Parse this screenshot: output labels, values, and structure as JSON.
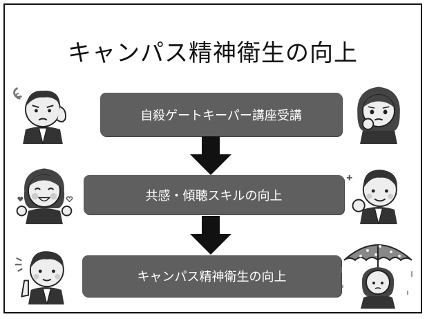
{
  "slide": {
    "title": "キャンパス精神衛生の向上",
    "steps": [
      {
        "label": "自殺ゲートキーパー講座受講"
      },
      {
        "label": "共感・傾聴スキルの向上"
      },
      {
        "label": "キャンパス精神衛生の向上"
      }
    ]
  },
  "icons": {
    "worried_man": "worried-man-illustration",
    "smiling_woman": "smiling-woman-illustration",
    "pointing_man": "pointing-man-illustration",
    "crying_woman": "crying-woman-illustration",
    "confident_man": "confident-man-illustration",
    "umbrella_woman": "umbrella-woman-illustration",
    "arrow": "arrow-down-icon"
  },
  "colors": {
    "box": "#5f5f5f",
    "text_on_box": "#ffffff",
    "arrow": "#111111",
    "border": "#111111"
  }
}
